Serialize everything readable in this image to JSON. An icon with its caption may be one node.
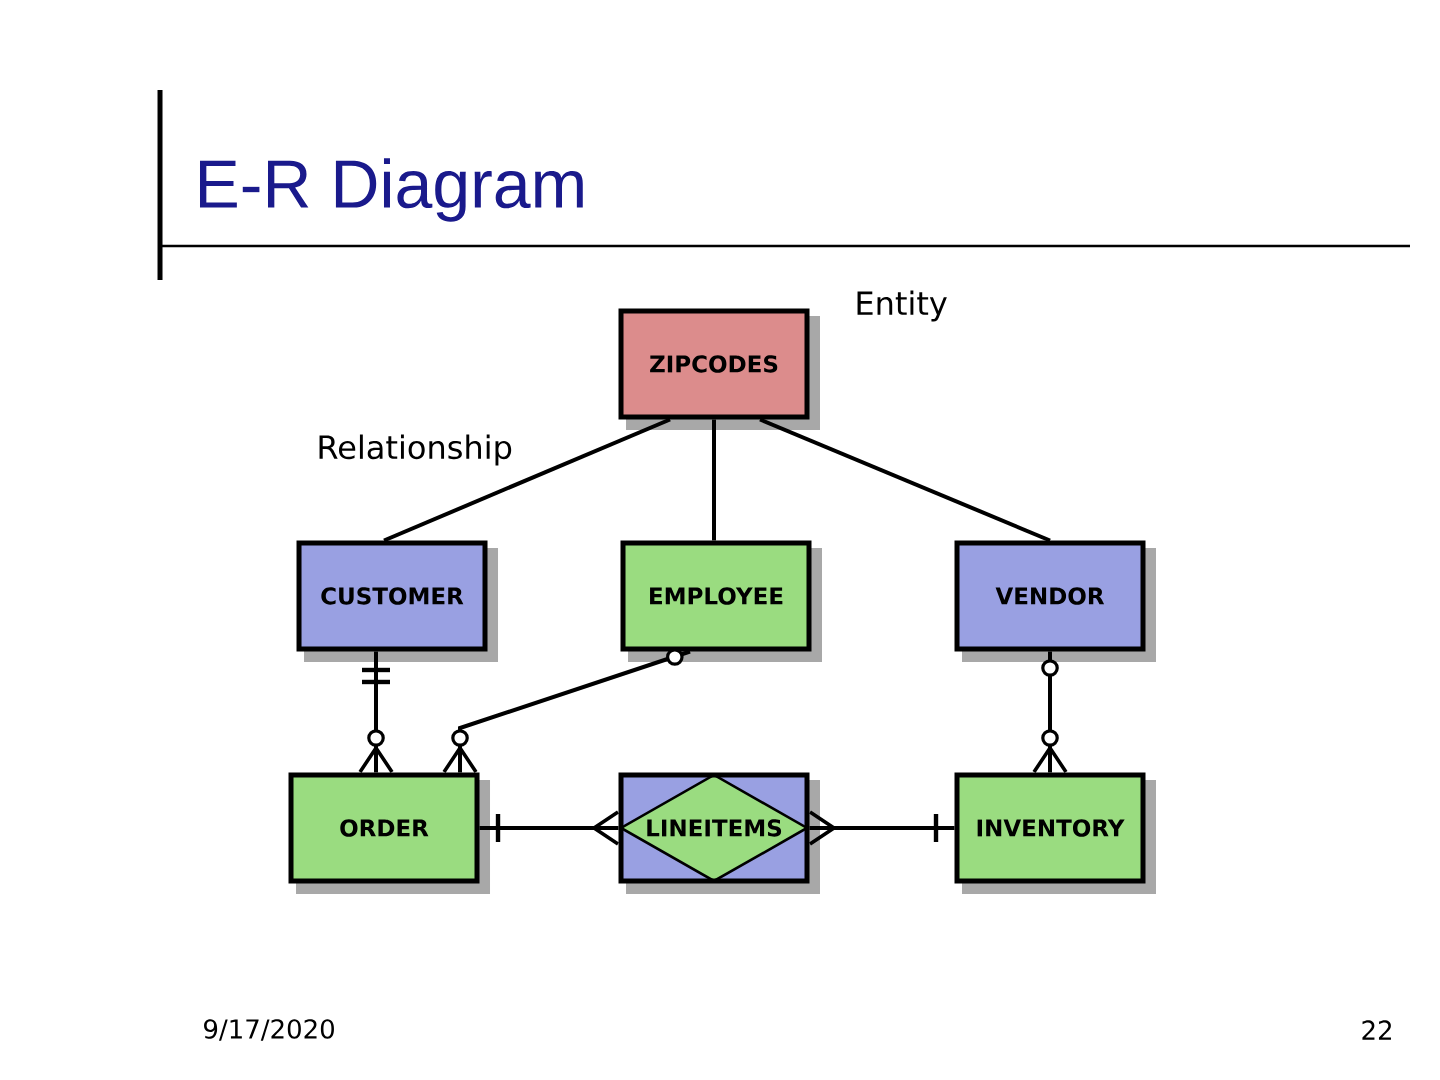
{
  "diagram": {
    "title": "E-R Diagram",
    "nodes": [
      {
        "text": [
          "ZIPCODES"
        ]
      },
      {
        "text": [
          "CUSTOMER"
        ]
      },
      {
        "text": [
          "EMPLOYEE"
        ]
      },
      {
        "text": [
          "VENDOR"
        ]
      },
      {
        "text": [
          "ORDER"
        ]
      },
      {
        "text": [
          "LINEITEMS"
        ]
      },
      {
        "text": [
          "INVENTORY"
        ]
      }
    ],
    "edges": [
      {
        "from": 0,
        "to": 1,
        "arrow": "none"
      },
      {
        "from": 0,
        "to": 2,
        "arrow": "none"
      },
      {
        "from": 0,
        "to": 3,
        "arrow": "none"
      },
      {
        "from": 1,
        "to": 4,
        "arrow": "other"
      },
      {
        "from": 2,
        "to": 4,
        "arrow": "other"
      },
      {
        "from": 3,
        "to": 6,
        "arrow": "other"
      },
      {
        "from": 4,
        "to": 5,
        "arrow": "other"
      },
      {
        "from": 6,
        "to": 5,
        "arrow": "other"
      }
    ],
    "labels": [
      "Entity",
      "Relationship",
      "9/17/2020",
      "22"
    ]
  }
}
